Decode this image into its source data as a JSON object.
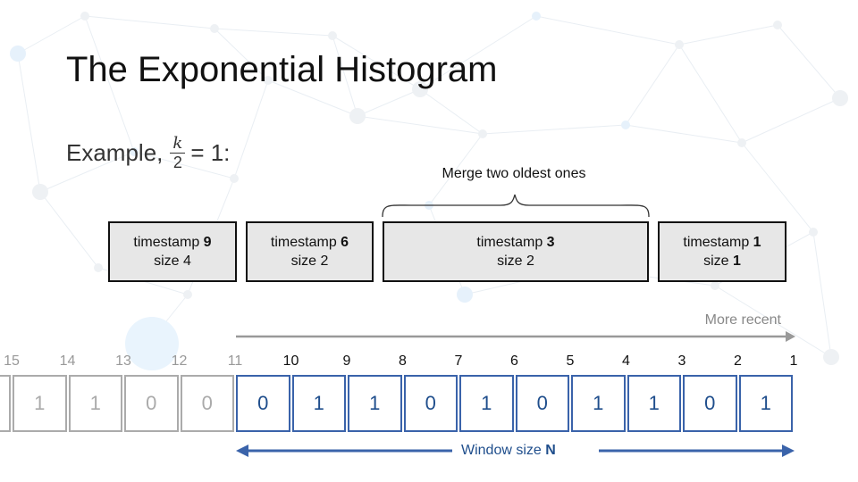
{
  "title": "The Exponential Histogram",
  "example": {
    "prefix": "Example,",
    "frac_num": "k",
    "frac_den": "2",
    "suffix": "= 1:"
  },
  "merge_label": "Merge two oldest ones",
  "buckets": [
    {
      "timestamp_label": "timestamp",
      "timestamp": "9",
      "size_label": "size",
      "size": "4"
    },
    {
      "timestamp_label": "timestamp",
      "timestamp": "6",
      "size_label": "size",
      "size": "2"
    },
    {
      "timestamp_label": "timestamp",
      "timestamp": "3",
      "size_label": "size",
      "size": "2"
    },
    {
      "timestamp_label": "timestamp",
      "timestamp": "1",
      "size_label": "size",
      "size": "1"
    }
  ],
  "more_recent_label": "More recent",
  "stream": {
    "indices": [
      "15",
      "14",
      "13",
      "12",
      "11",
      "10",
      "9",
      "8",
      "7",
      "6",
      "5",
      "4",
      "3",
      "2",
      "1"
    ],
    "bits": [
      "",
      "1",
      "1",
      "0",
      "0",
      "0",
      "1",
      "1",
      "0",
      "1",
      "0",
      "1",
      "1",
      "0",
      "1"
    ],
    "in_window_from": "10"
  },
  "window_label": {
    "text": "Window size ",
    "symbol": "N"
  },
  "colors": {
    "window": "#3a63aa",
    "outside": "#ababab",
    "bucket_fill": "#e7e7e7"
  }
}
